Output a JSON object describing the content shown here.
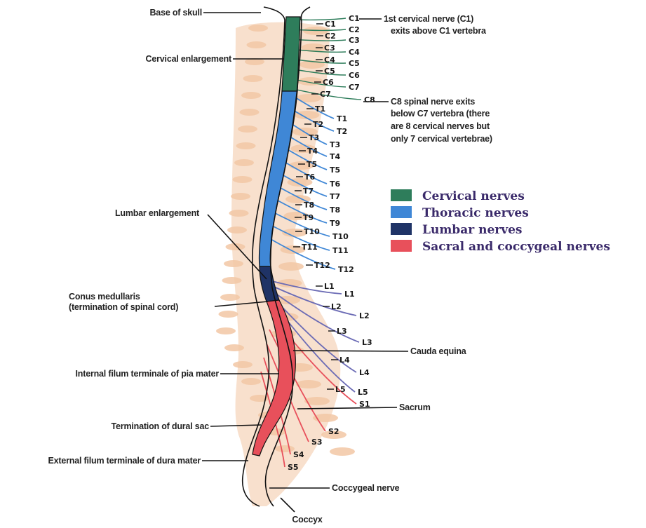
{
  "colors": {
    "cervical": "#2e7d5b",
    "thoracic": "#3f87d6",
    "lumbar": "#1f3366",
    "sacral": "#e8505b",
    "bone": "#f2c7a4",
    "lumbar_nerve_line": "#6b6bb5"
  },
  "legend": [
    {
      "label": "Cervical nerves",
      "color": "#2e7d5b"
    },
    {
      "label": "Thoracic nerves",
      "color": "#3f87d6"
    },
    {
      "label": "Lumbar nerves",
      "color": "#1f3366"
    },
    {
      "label": "Sacral and coccygeal nerves",
      "color": "#e8505b"
    }
  ],
  "annotations": {
    "base_of_skull": "Base of skull",
    "cervical_enlargement": "Cervical enlargement",
    "lumbar_enlargement": "Lumbar enlargement",
    "conus_line1": "Conus medullaris",
    "conus_line2": "(termination of spinal cord)",
    "internal_filum": "Internal filum terminale of pia mater",
    "termination_dural_sac": "Termination of dural sac",
    "external_filum": "External filum terminale of dura mater",
    "coccyx": "Coccyx",
    "c1_line1": "1st cervical nerve (C1)",
    "c1_line2": "exits above C1 vertebra",
    "c8_line1": "C8 spinal nerve exits",
    "c8_line2": "below C7 vertebra (there",
    "c8_line3": "are 8 cervical nerves but",
    "c8_line4": "only 7 cervical vertebrae)",
    "cauda_equina": "Cauda equina",
    "sacrum": "Sacrum",
    "coccygeal_nerve": "Coccygeal nerve"
  },
  "vertebra_labels": [
    "C1",
    "C2",
    "C3",
    "C4",
    "C5",
    "C6",
    "C7",
    "T1",
    "T2",
    "T3",
    "T4",
    "T5",
    "T6",
    "T7",
    "T8",
    "T9",
    "T10",
    "T11",
    "T12",
    "L1",
    "L2",
    "L3",
    "L4",
    "L5"
  ],
  "nerve_labels": [
    "C1",
    "C2",
    "C3",
    "C4",
    "C5",
    "C6",
    "C7",
    "C8",
    "T1",
    "T2",
    "T3",
    "T4",
    "T5",
    "T6",
    "T7",
    "T8",
    "T9",
    "T10",
    "T11",
    "T12",
    "L1",
    "L2",
    "L3",
    "L4",
    "L5",
    "S1",
    "S2",
    "S3",
    "S4",
    "S5"
  ]
}
